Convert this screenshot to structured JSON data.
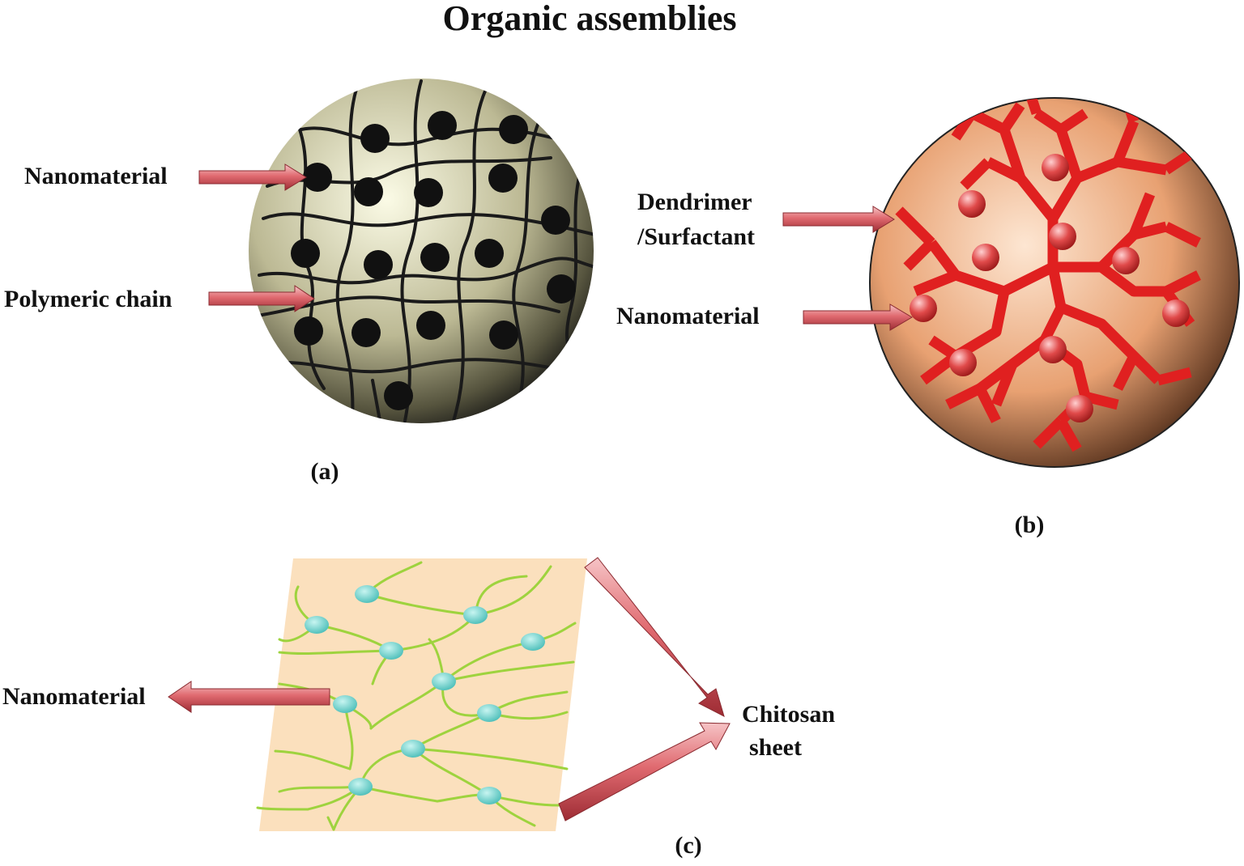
{
  "title": "Organic assemblies",
  "panel_a": {
    "label": "(a)",
    "nanomaterial_label": "Nanomaterial",
    "polymer_label": "Polymeric chain",
    "sphere_color": "#b9b68e",
    "chain_color": "#1a1a1a",
    "particle_color": "#111111"
  },
  "panel_b": {
    "label": "(b)",
    "dendrimer_label_line1": "Dendrimer",
    "dendrimer_label_line2": "/Surfactant",
    "nanomaterial_label": "Nanomaterial",
    "sphere_color": "#e9a577",
    "dendrimer_color": "#e02020",
    "particle_color": "#e04848"
  },
  "panel_c": {
    "label": "(c)",
    "nanomaterial_label": "Nanomaterial",
    "sheet_label_line1": "Chitosan",
    "sheet_label_line2": "sheet",
    "sheet_color": "#fbe0bd",
    "fiber_color": "#9ed33e",
    "particle_color": "#6fd6d2"
  },
  "arrow_color": "#d9575e"
}
